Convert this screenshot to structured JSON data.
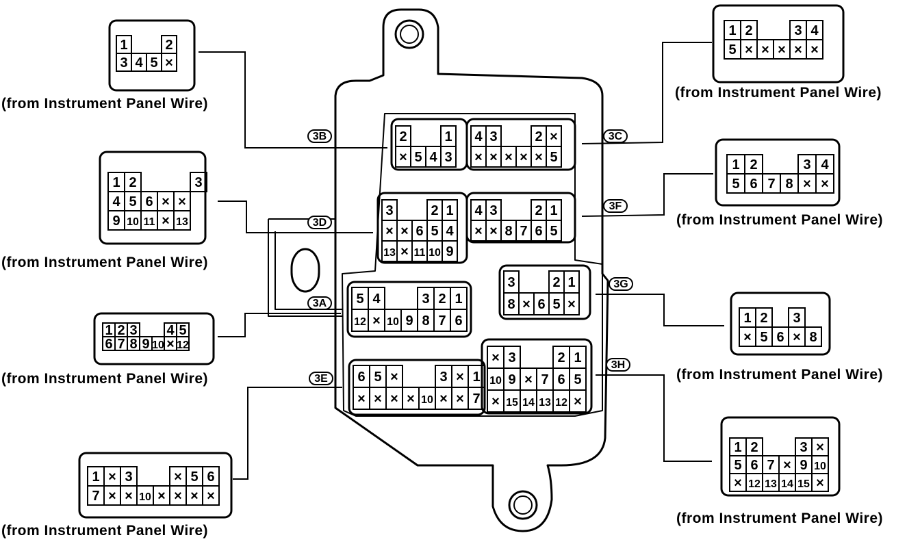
{
  "caption": "(from Instrument Panel Wire)",
  "connector_ids": {
    "c3a": "3A",
    "c3b": "3B",
    "c3c": "3C",
    "c3d": "3D",
    "c3e": "3E",
    "c3f": "3F",
    "c3g": "3G",
    "c3h": "3H"
  },
  "connectors": {
    "c3b": {
      "rows": [
        [
          "1",
          "",
          "",
          "2"
        ],
        [
          "3",
          "4",
          "5",
          "×"
        ]
      ]
    },
    "c3c": {
      "rows": [
        [
          "1",
          "2",
          "",
          "",
          "3",
          "4"
        ],
        [
          "5",
          "×",
          "×",
          "×",
          "×",
          "×"
        ]
      ]
    },
    "c3d": {
      "rows": [
        [
          "1",
          "2",
          "",
          "",
          "",
          "3"
        ],
        [
          "4",
          "5",
          "6",
          "×",
          "×"
        ],
        [
          "9",
          "10",
          "11",
          "×",
          "13"
        ]
      ]
    },
    "c3f": {
      "rows": [
        [
          "1",
          "2",
          "",
          "",
          "3",
          "4"
        ],
        [
          "5",
          "6",
          "7",
          "8",
          "×",
          "×"
        ]
      ]
    },
    "c3a": {
      "rows": [
        [
          "1",
          "2",
          "3",
          "",
          "",
          "4",
          "5"
        ],
        [
          "6",
          "7",
          "8",
          "9",
          "10",
          "×",
          "12"
        ]
      ]
    },
    "c3g": {
      "rows": [
        [
          "1",
          "2",
          "",
          "3"
        ],
        [
          "×",
          "5",
          "6",
          "×",
          "8"
        ]
      ]
    },
    "c3e": {
      "rows": [
        [
          "1",
          "×",
          "3",
          "",
          "",
          "×",
          "5",
          "6"
        ],
        [
          "7",
          "×",
          "×",
          "10",
          "×",
          "×",
          "×",
          "×"
        ]
      ]
    },
    "c3h": {
      "rows": [
        [
          "1",
          "2",
          "",
          "",
          "3",
          "×"
        ],
        [
          "5",
          "6",
          "7",
          "×",
          "9",
          "10"
        ],
        [
          "×",
          "12",
          "13",
          "14",
          "15",
          "×"
        ]
      ]
    }
  },
  "block_sockets": {
    "s3b": {
      "rows": [
        [
          "2",
          "",
          "",
          "1"
        ],
        [
          "×",
          "5",
          "4",
          "3"
        ]
      ]
    },
    "s3c": {
      "rows": [
        [
          "4",
          "3",
          "",
          "",
          "2",
          "×"
        ],
        [
          "×",
          "×",
          "×",
          "×",
          "×",
          "5"
        ]
      ]
    },
    "s3d": {
      "rows": [
        [
          "3",
          "",
          "",
          "2",
          "1"
        ],
        [
          "×",
          "×",
          "6",
          "5",
          "4"
        ],
        [
          "13",
          "×",
          "11",
          "10",
          "9"
        ]
      ]
    },
    "s3f": {
      "rows": [
        [
          "4",
          "3",
          "",
          "",
          "2",
          "1"
        ],
        [
          "×",
          "×",
          "8",
          "7",
          "6",
          "5"
        ]
      ]
    },
    "s3a": {
      "rows": [
        [
          "5",
          "4",
          "",
          "",
          "3",
          "2",
          "1"
        ],
        [
          "12",
          "×",
          "10",
          "9",
          "8",
          "7",
          "6"
        ]
      ]
    },
    "s3g": {
      "rows": [
        [
          "3",
          "",
          "",
          "2",
          "1"
        ],
        [
          "8",
          "×",
          "6",
          "5",
          "×"
        ]
      ]
    },
    "s3e": {
      "rows": [
        [
          "6",
          "5",
          "×",
          "",
          "",
          "3",
          "×",
          "1"
        ],
        [
          "×",
          "×",
          "×",
          "×",
          "10",
          "×",
          "×",
          "7"
        ]
      ]
    },
    "s3h": {
      "rows": [
        [
          "×",
          "3",
          "",
          "",
          "2",
          "1"
        ],
        [
          "10",
          "9",
          "×",
          "7",
          "6",
          "5"
        ],
        [
          "×",
          "15",
          "14",
          "13",
          "12",
          "×"
        ]
      ]
    }
  }
}
